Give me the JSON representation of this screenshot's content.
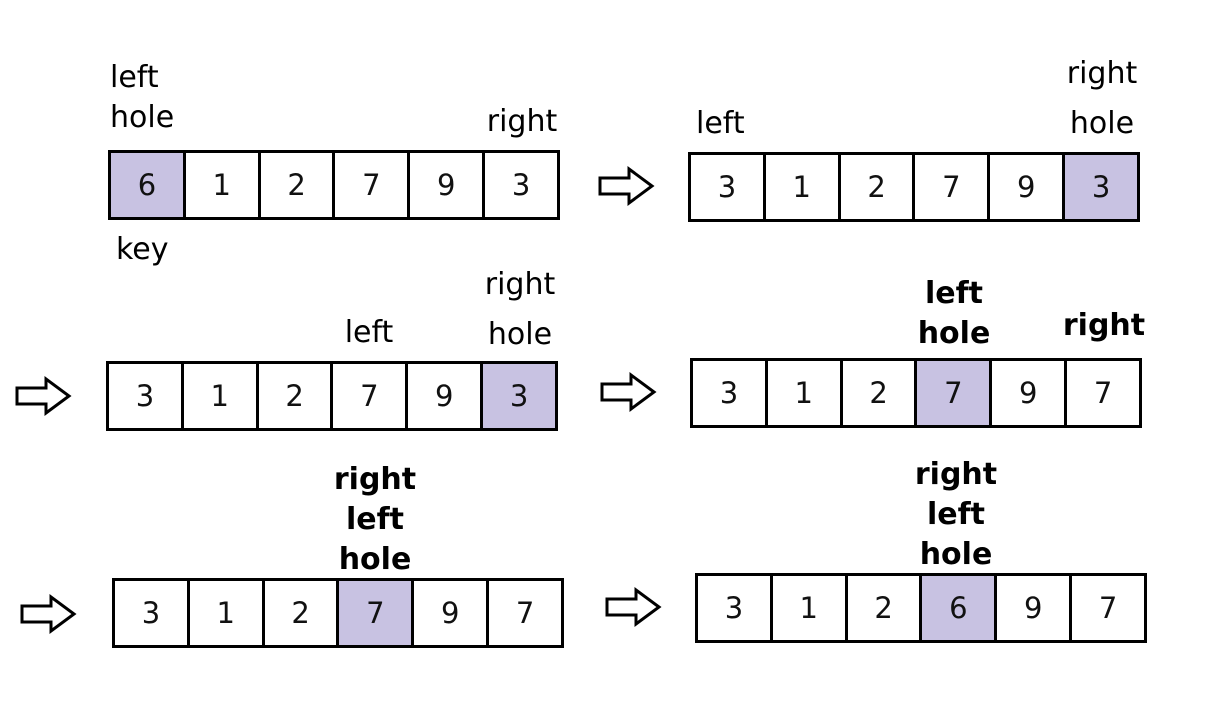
{
  "steps": [
    {
      "cells": [
        "6",
        "1",
        "2",
        "7",
        "9",
        "3"
      ],
      "hole": 0,
      "above": [
        {
          "cell": 0,
          "lines": [
            "left",
            "hole"
          ]
        },
        {
          "cell": 5,
          "lines": [
            "right"
          ]
        }
      ],
      "below": [
        {
          "cell": 0,
          "lines": [
            "key"
          ]
        }
      ]
    },
    {
      "cells": [
        "3",
        "1",
        "2",
        "7",
        "9",
        "3"
      ],
      "hole": 5,
      "above": [
        {
          "cell": 0,
          "lines": [
            "left"
          ]
        },
        {
          "cell": 5,
          "lines": [
            "right",
            "hole"
          ]
        }
      ]
    },
    {
      "cells": [
        "3",
        "1",
        "2",
        "7",
        "9",
        "3"
      ],
      "hole": 5,
      "above": [
        {
          "cell": 3,
          "lines": [
            "left"
          ]
        },
        {
          "cell": 5,
          "lines": [
            "right",
            "hole"
          ]
        }
      ]
    },
    {
      "cells": [
        "3",
        "1",
        "2",
        "7",
        "9",
        "7"
      ],
      "hole": 3,
      "above": [
        {
          "cell": 3,
          "lines": [
            "left",
            "hole"
          ]
        },
        {
          "cell": 5,
          "lines": [
            "right"
          ]
        }
      ]
    },
    {
      "cells": [
        "3",
        "1",
        "2",
        "7",
        "9",
        "7"
      ],
      "hole": 3,
      "above": [
        {
          "cell": 3,
          "lines": [
            "right",
            "left",
            "hole"
          ]
        }
      ]
    },
    {
      "cells": [
        "3",
        "1",
        "2",
        "6",
        "9",
        "7"
      ],
      "hole": 3,
      "above": [
        {
          "cell": 3,
          "lines": [
            "right",
            "left",
            "hole"
          ]
        }
      ]
    }
  ],
  "colors": {
    "hole_fill": "#c8c2e2",
    "border": "#000000"
  },
  "arrow_icon": "hollow-right-arrow-icon"
}
